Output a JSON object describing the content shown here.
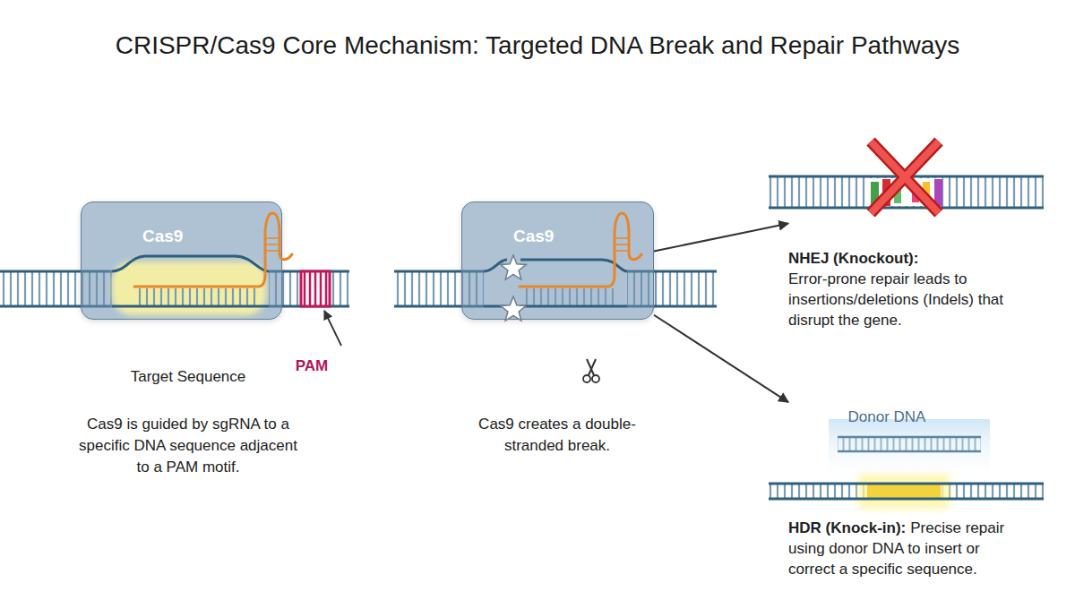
{
  "diagram": {
    "title": "CRISPR/Cas9 Core Mechanism: Targeted DNA Break and Repair Pathways",
    "nodes": [
      {
        "text": [
          "Cas9"
        ]
      },
      {
        "text": [
          "Cas9"
        ]
      },
      {
        "text": [
          "NHEJ (Knockout):",
          "Error-prone repair leads to insertions/deletions (Indels) that disrupt the gene."
        ]
      },
      {
        "text": [
          "HDR (Knock-in):",
          "Precise repair using donor DNA to insert or correct a specific sequence."
        ]
      }
    ],
    "edges": [
      {
        "from": 1,
        "to": 2,
        "arrow": "to"
      },
      {
        "from": 1,
        "to": 3,
        "arrow": "to"
      }
    ],
    "labels": [
      "Target Sequence",
      "PAM",
      "Cas9 is guided by sgRNA to a specific DNA sequence adjacent to a PAM motif.",
      "Cas9 creates a double-stranded break.",
      "Donor DNA"
    ]
  }
}
